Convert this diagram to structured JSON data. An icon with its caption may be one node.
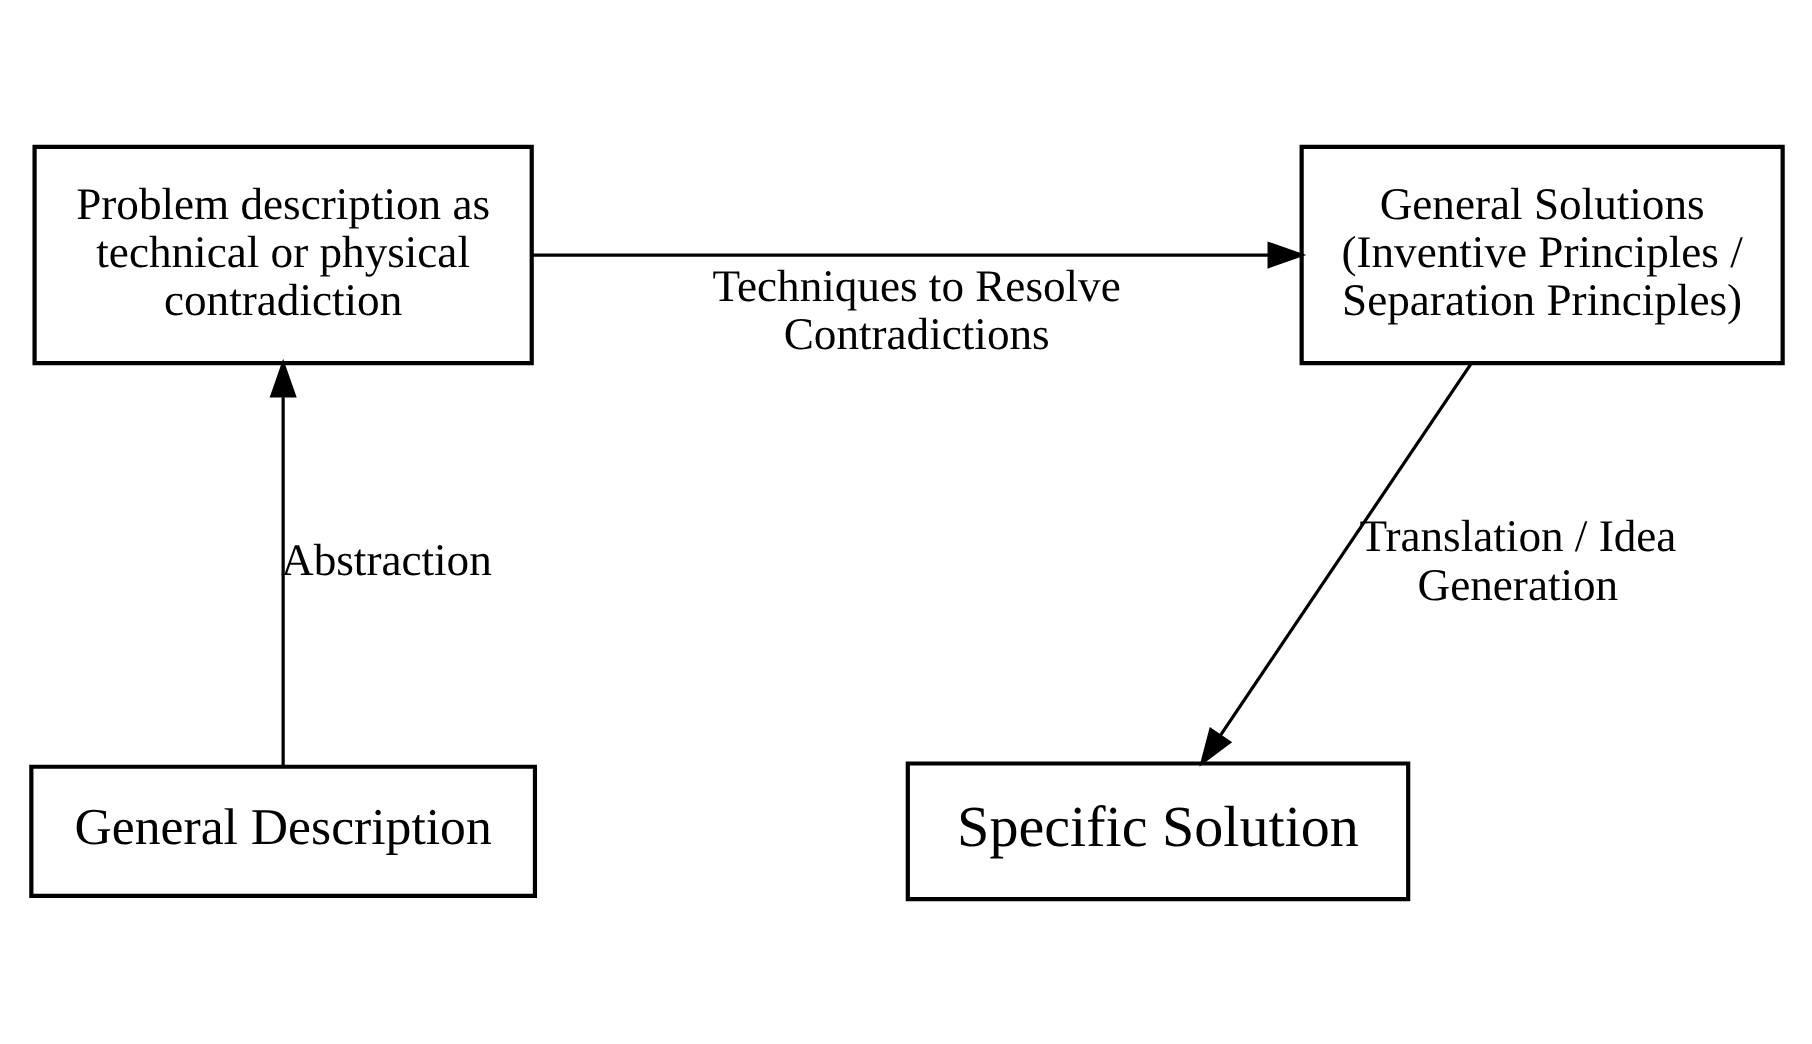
{
  "diagram": {
    "nodes": [
      {
        "text": [
          "Problem description as technical or physical contradiction"
        ]
      },
      {
        "text": [
          "General Solutions (Inventive Principles / Separation Principles)"
        ]
      },
      {
        "text": [
          "General Description"
        ]
      },
      {
        "text": [
          "Specific Solution"
        ]
      }
    ],
    "edges": [
      {
        "from": 0,
        "to": 1,
        "arrow": "to",
        "label": "Techniques to Resolve Contradictions"
      },
      {
        "from": 2,
        "to": 0,
        "arrow": "to",
        "label": "Abstraction"
      },
      {
        "from": 1,
        "to": 3,
        "arrow": "to",
        "label": "Translation / Idea Generation"
      }
    ]
  }
}
